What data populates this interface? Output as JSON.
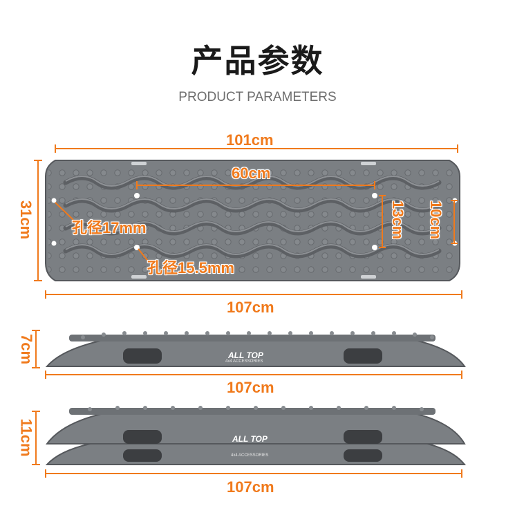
{
  "header": {
    "title": "产品参数",
    "subtitle": "PRODUCT PARAMETERS"
  },
  "top_view": {
    "length_top": "101cm",
    "inner_length": "60cm",
    "width_left": "31cm",
    "height_13": "13cm",
    "height_10": "10cm",
    "hole_1": "孔径17mm",
    "hole_2": "孔径15.5mm",
    "length_bottom": "107cm"
  },
  "side_view": {
    "thickness": "7cm",
    "length": "107cm",
    "brand": "ALL TOP",
    "brand_sub": "4x4 ACCESSORIES"
  },
  "stacked_view": {
    "thickness": "11cm",
    "length": "107cm",
    "brand": "ALL TOP",
    "brand_sub": "4x4 ACCESSORIES"
  },
  "colors": {
    "accent": "#f07a1c",
    "board": "#7b7f83",
    "board_dark": "#5e6165",
    "board_light": "#9a9ea2"
  }
}
